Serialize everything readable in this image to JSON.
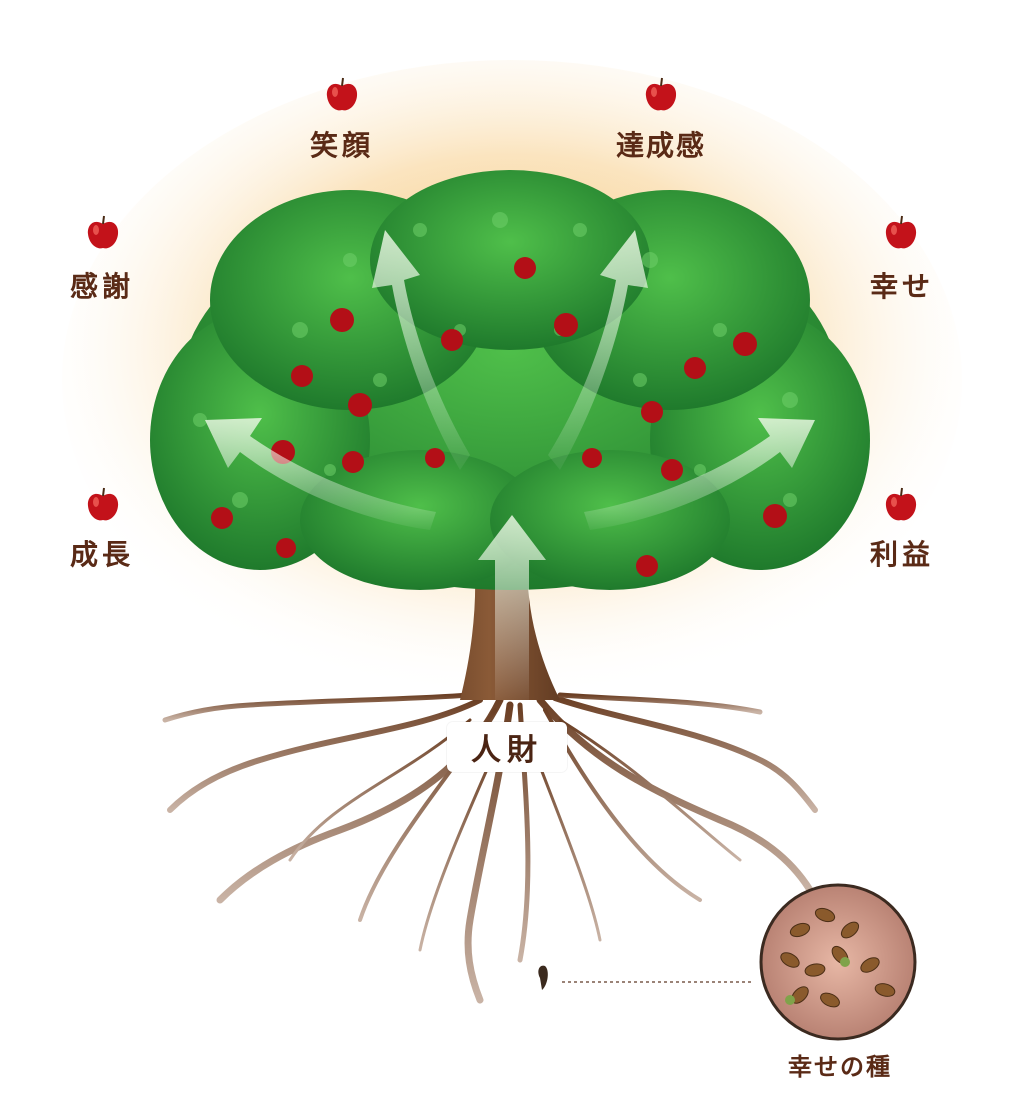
{
  "labels": {
    "egao": "笑顔",
    "tasseikan": "達成感",
    "kansha": "感謝",
    "shiawase": "幸せ",
    "seichou": "成長",
    "rieki": "利益"
  },
  "center": {
    "label": "人財"
  },
  "seed": {
    "caption": "幸せの種"
  },
  "colors": {
    "label_text": "#5a2a16",
    "apple_red": "#c3121a",
    "leaf_green": "#2e9a3a",
    "trunk_brown": "#6b3f24",
    "glow": "#f7c98a"
  },
  "icons": {
    "fruit": "apple-icon",
    "arrow": "arrow-up-icon"
  }
}
